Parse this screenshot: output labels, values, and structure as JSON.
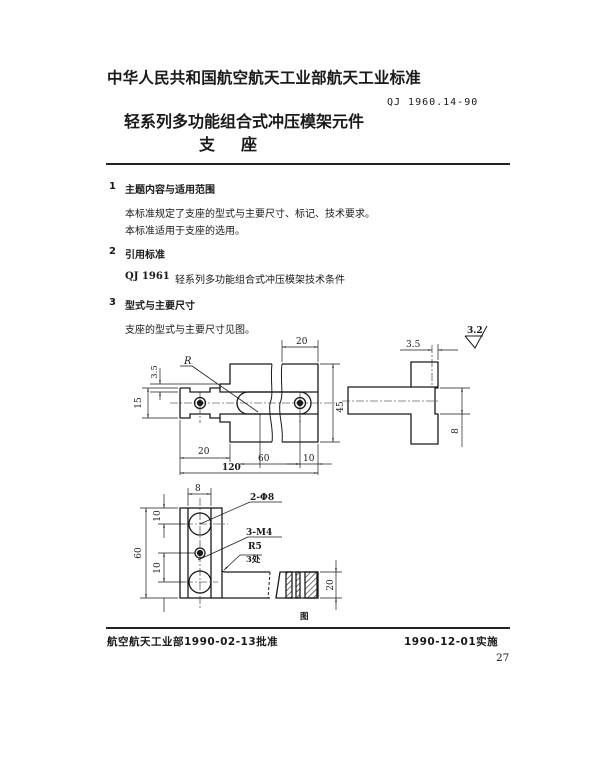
{
  "header": {
    "organization": "中华人民共和国航空航天工业部航天工业标准",
    "standard_code": "QJ 1960.14-90",
    "title": "轻系列多功能组合式冲压模架元件",
    "subtitle": "支座"
  },
  "sections": [
    {
      "number": "1",
      "title": "主题内容与适用范围",
      "paragraphs": [
        "本标准规定了支座的型式与主要尺寸、标记、技术要求。",
        "本标准适用于支座的选用。"
      ]
    },
    {
      "number": "2",
      "title": "引用标准",
      "reference": {
        "code": "QJ 1961",
        "name": "轻系列多功能组合式冲压模架技术条件"
      }
    },
    {
      "number": "3",
      "title": "型式与主要尺寸",
      "paragraphs": [
        "支座的型式与主要尺寸见图。"
      ]
    }
  ],
  "drawing": {
    "surface_roughness": "3.2",
    "top_view_dims": {
      "d20_top": "20",
      "d3_5": "3.5",
      "d15": "15",
      "d45": "45",
      "d20_bottom": "20",
      "d60": "60",
      "d10": "10",
      "d120": "120",
      "radius": "R"
    },
    "side_view_dims": {
      "d3_5": "3.5",
      "d8": "8"
    },
    "front_view_dims": {
      "d8": "8",
      "d10_upper": "10",
      "d10_lower": "10",
      "d60": "60",
      "d20": "20"
    },
    "callouts": {
      "holes": "2-Φ8",
      "threads": "3-M4",
      "fillet": "R5",
      "fillet_count": "3处"
    },
    "caption": "图"
  },
  "footer": {
    "approval": "航空航天工业部1990-02-13批准",
    "effective": "1990-12-01实施",
    "page_number": "27"
  }
}
